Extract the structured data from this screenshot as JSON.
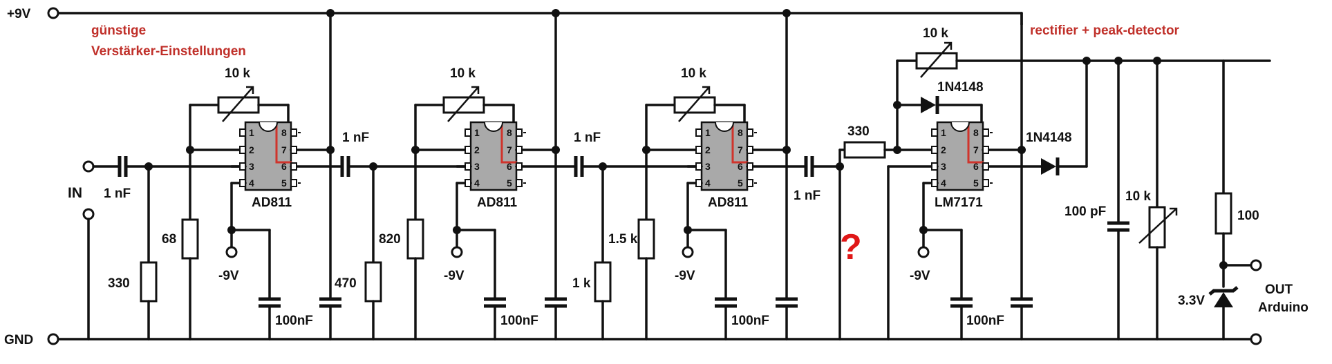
{
  "rails": {
    "supply_label": "+9V",
    "ground_label": "GND"
  },
  "input": {
    "label": "IN",
    "coupling_cap": "1 nF",
    "bias_resistor": "330"
  },
  "stage1": {
    "feedback_pot": "10 k",
    "gain_resistor": "68",
    "chip": "AD811",
    "neg_supply": "-9V",
    "decoupling_cap": "100nF",
    "output_cap": "1 nF",
    "note_line1": "günstige",
    "note_line2": "Verstärker-Einstellungen"
  },
  "stage2": {
    "bias_resistor": "470",
    "feedback_pot": "10 k",
    "gain_resistor": "820",
    "chip": "AD811",
    "neg_supply": "-9V",
    "decoupling_cap": "100nF",
    "output_cap": "1 nF"
  },
  "stage3": {
    "bias_resistor": "1 k",
    "feedback_pot": "10 k",
    "gain_resistor": "1.5 k",
    "chip": "AD811",
    "neg_supply": "-9V",
    "decoupling_cap": "100nF",
    "output_cap": "1 nF",
    "unknown_marker": "?"
  },
  "detector": {
    "title": "rectifier + peak-detector",
    "series_resistor": "330",
    "feedback_pot": "10 k",
    "feedback_diode": "1N4148",
    "chip": "LM7171",
    "neg_supply": "-9V",
    "decoupling_cap": "100nF",
    "output_diode": "1N4148",
    "hold_cap": "100 pF",
    "discharge_pot": "10 k",
    "limit_resistor": "100",
    "zener": "3.3V",
    "output_line1": "OUT",
    "output_line2": "Arduino"
  },
  "pins": [
    "1",
    "2",
    "3",
    "4",
    "5",
    "6",
    "7",
    "8"
  ]
}
